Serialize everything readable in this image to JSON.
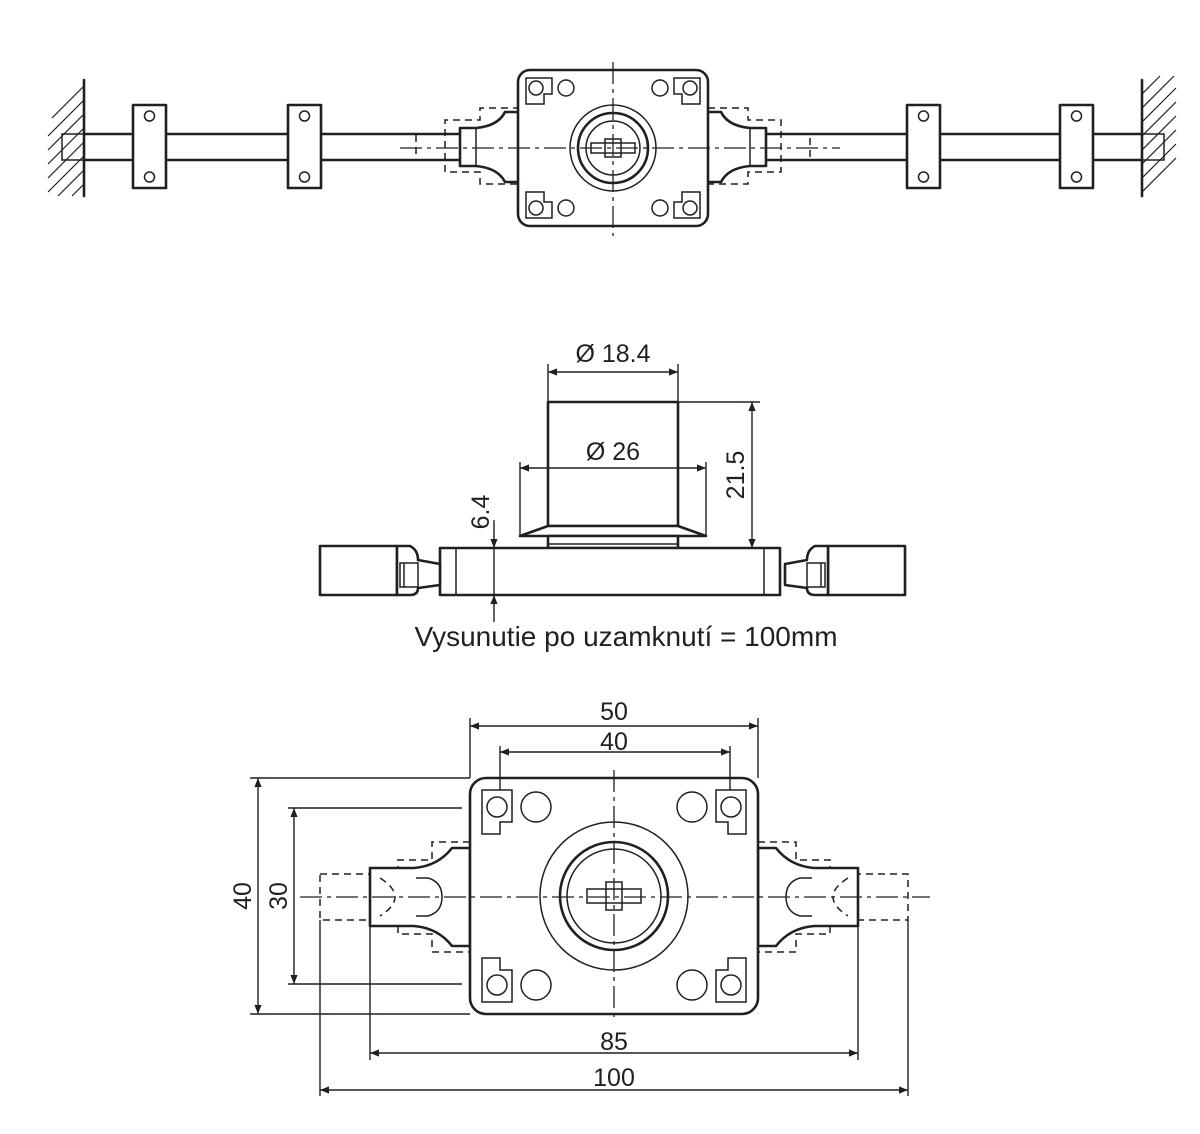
{
  "side_view": {
    "dim_inner_diameter": "Ø 18.4",
    "dim_outer_diameter": "Ø 26",
    "dim_height": "21.5",
    "dim_plate": "6.4",
    "caption": "Vysunutie po uzamknutí = 100mm"
  },
  "front_view": {
    "dim_width_outer": "50",
    "dim_width_holes": "40",
    "dim_height_outer": "40",
    "dim_height_holes": "30",
    "dim_rods_retracted": "85",
    "dim_rods_extended": "100"
  }
}
